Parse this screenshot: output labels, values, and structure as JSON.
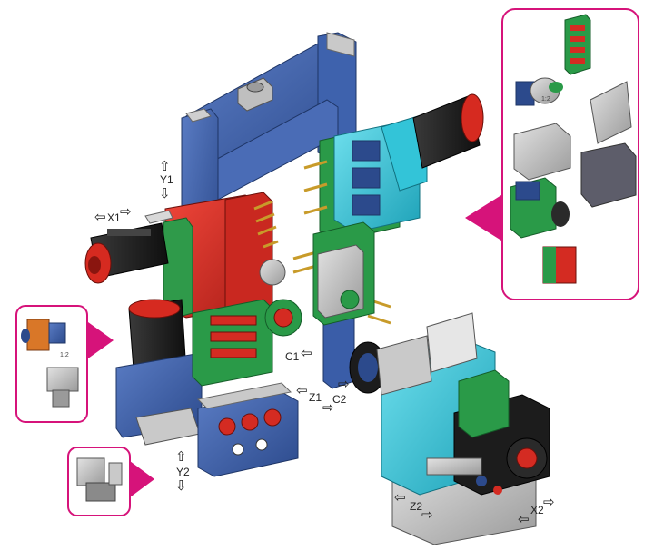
{
  "axes": {
    "y1": "Y1",
    "x1": "X1",
    "c1": "C1",
    "c2": "C2",
    "z1": "Z1",
    "y2": "Y2",
    "z2": "Z2",
    "x2": "X2"
  },
  "ratio_right": "1:2",
  "ratio_left": "1:2",
  "colors": {
    "accent": "#d6137a",
    "frame_blue": "#3a5da8",
    "spindle_red": "#d42b22",
    "green": "#2a9a48",
    "cyan": "#33c4d8",
    "motor_black": "#1c1c1c",
    "grey": "#b9b9b9"
  }
}
